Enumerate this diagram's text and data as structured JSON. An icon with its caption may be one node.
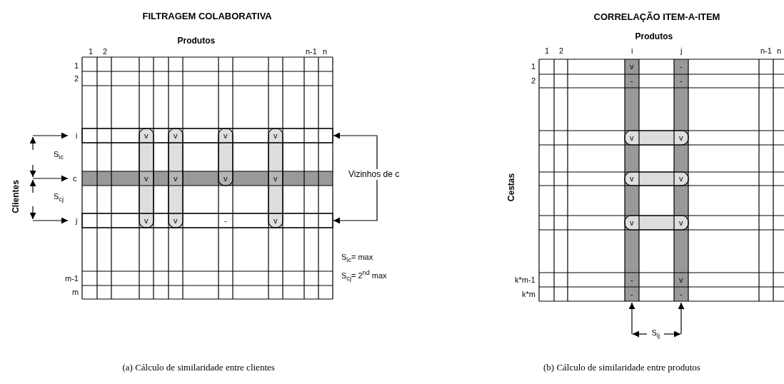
{
  "diagram": {
    "nodes": [
      {
        "text": [
          "Vizinhos de c"
        ]
      },
      {
        "text": [],
        "shape": "bar",
        "beside": [
          "i"
        ]
      },
      {
        "text": [],
        "shape": "bar",
        "beside": [
          "j"
        ]
      }
    ],
    "edges": [
      {
        "from": 0,
        "to": 1,
        "arrow": "to"
      },
      {
        "from": 0,
        "to": 2,
        "arrow": "to"
      }
    ],
    "labels": [
      "FILTRAGEM COLABORATIVA",
      "Produtos",
      "1",
      "2",
      "n-1",
      "n",
      "1",
      "2",
      "c",
      "m-1",
      "m",
      "Clientes",
      "S$_{ic}$",
      "S$_{cj}$",
      "v",
      "v",
      "v",
      "v",
      "v",
      "v",
      "v",
      "v",
      "v",
      "v",
      "-",
      "v",
      "S$_{ic}$= max",
      "S$_{cj}$= 2$^{nd}$ max",
      "CORRELAÇÃO ITEM-A-ITEM",
      "Produtos",
      "1",
      "2",
      "i",
      "j",
      "n-1",
      "n",
      "1",
      "2",
      "Cestas",
      "v",
      "-",
      "-",
      "-",
      "v",
      "v",
      "v",
      "v",
      "v",
      "v",
      "k*m-1",
      "k*m",
      "-",
      "v",
      "-",
      "-",
      "S$_{ij}$",
      "(a) Cálculo de similaridade entre clientes",
      "(b) Cálculo de similaridade entre produtos"
    ]
  }
}
